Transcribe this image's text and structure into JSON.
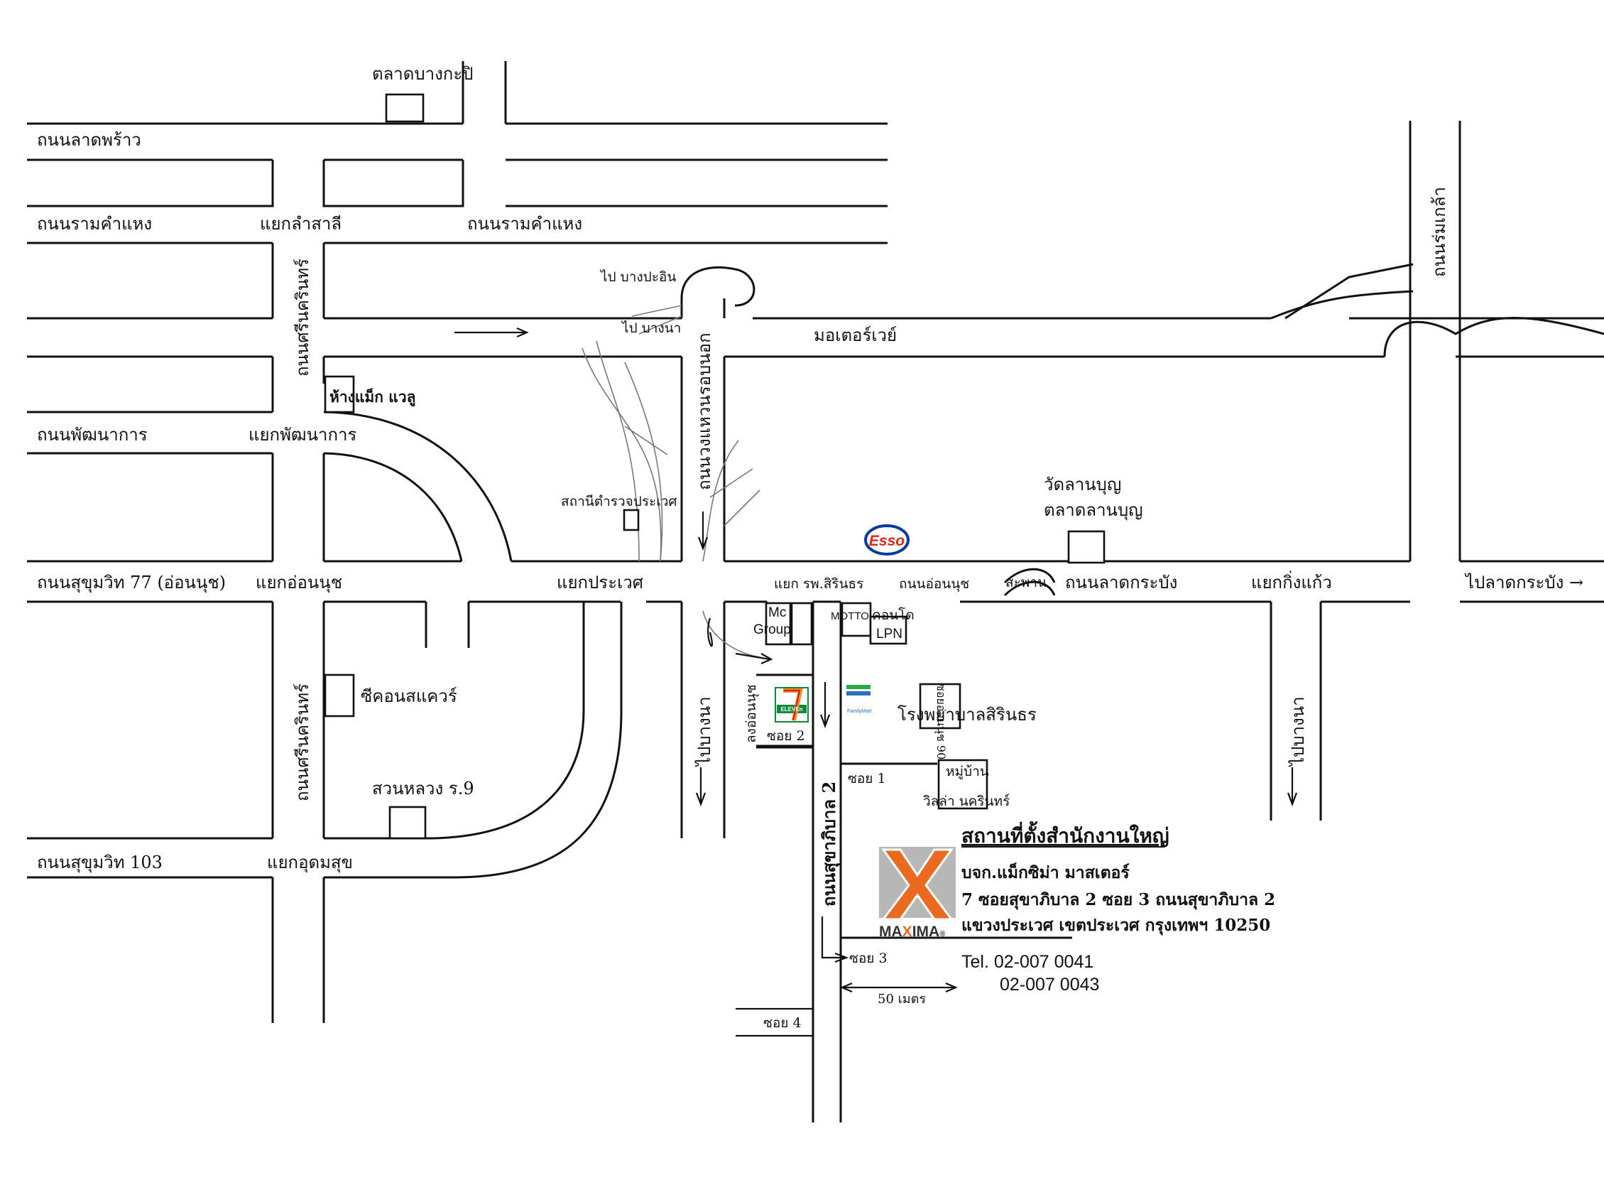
{
  "labels": {
    "talad_bangkapi": "ตลาดบางกะปิ",
    "lad_phrao": "ถนนลาดพร้าว",
    "ramkhamhaeng_left": "ถนนรามคำแหง",
    "yaek_lam_sali": "แยกลำสาลี",
    "ramkhamhaeng_right": "ถนนรามคำแหง",
    "pai_bang_pa_in": "ไป บางปะอิน",
    "pai_bang_na_top": "ไป บางนา",
    "motorway": "มอเตอร์เวย์",
    "romklao": "ถนนร่มเกล้า",
    "srinakarin_north": "ถนนศรีนครินทร์",
    "mega_bangna": "ห้างแม็ก แวลู",
    "phatthanakan": "ถนนพัฒนาการ",
    "yaek_phatthanakan": "แยกพัฒนาการ",
    "kanchanaphisek": "ถนนวงแหวนรอบนอก",
    "police_station": "สถานีตำรวจประเวศ",
    "wat_lan_bun": "วัดลานบุญ",
    "talad_lan_bun": "ตลาดลานบุญ",
    "sukhumvit_77": "ถนนสุขุมวิท 77 (อ่อนนุช)",
    "yaek_on_nut": "แยกอ่อนนุช",
    "yaek_prawet": "แยกประเวศ",
    "yaek_sirindhorn": "แยก รพ.สิรินธร",
    "on_nut_road": "ถนนอ่อนนุช",
    "bridge": "สะพาน",
    "lat_krabang_road": "ถนนลาดกระบัง",
    "yaek_king_kaeo": "แยกกิ่งแก้ว",
    "to_lat_krabang": "ไปลาดกระบัง →",
    "mc_group_1": "Mc",
    "mc_group_2": "Group",
    "motto": "MOTTO",
    "condo": "คอนโด",
    "lpn": "LPN",
    "soi_on_nut_90": "ซอยอ่อนนุช 90",
    "down_on_nut": "ลงอ่อนนุช",
    "seacon_square": "ซีคอนสแควร์",
    "srinakarin_south": "ถนนศรีนครินทร์",
    "to_bang_na_mid": "ไปบางนา",
    "soi_2": "ซอย 2",
    "seven_eleven": "ELEVEn",
    "family_mart": "FamilyMart",
    "sirindhorn_hospital": "โรงพยาบาลสิรินธร",
    "soi_1": "ซอย 1",
    "village_1": "หมู่บ้าน",
    "village_2": "วิลล่า นครินทร์",
    "to_bang_na_right": "ไปบางนา",
    "suan_luang": "สวนหลวง ร.9",
    "sukhumvit_103": "ถนนสุขุมวิท 103",
    "yaek_udom_suk": "แยกอุดมสุข",
    "sukhaphiban_2": "ถนนสุขาภิบาล 2",
    "soi_3": "ซอย 3",
    "soi_4": "ซอย 4",
    "scale": "50 เมตร"
  },
  "esso": {
    "text": "Esso",
    "color": "#e2231a",
    "ring": "#0b3a9e"
  },
  "office": {
    "title": "สถานที่ตั้งสำนักงานใหญ่",
    "company": "บจก.แม็กซิม่า มาสเตอร์",
    "address_1": "7 ซอยสุขาภิบาล 2 ซอย 3 ถนนสุขาภิบาล 2",
    "address_2": "แขวงประเวศ เขตประเวศ กรุงเทพฯ 10250",
    "tel_1": "Tel. 02-007 0041",
    "tel_2": "02-007 0043"
  },
  "logo": {
    "mark": "X",
    "word_1": "MA",
    "word_x": "X",
    "word_2": "IMA",
    "reg": "®",
    "orange": "#ea6a1f",
    "grey": "#b7b7b7"
  },
  "colors": {
    "ink": "#111111",
    "pencil": "#777777",
    "seven_green": "#0a8a3a",
    "seven_orange": "#f28a1e",
    "seven_red": "#d71920",
    "family_green": "#2aa84a",
    "family_blue": "#2a6fbf"
  }
}
